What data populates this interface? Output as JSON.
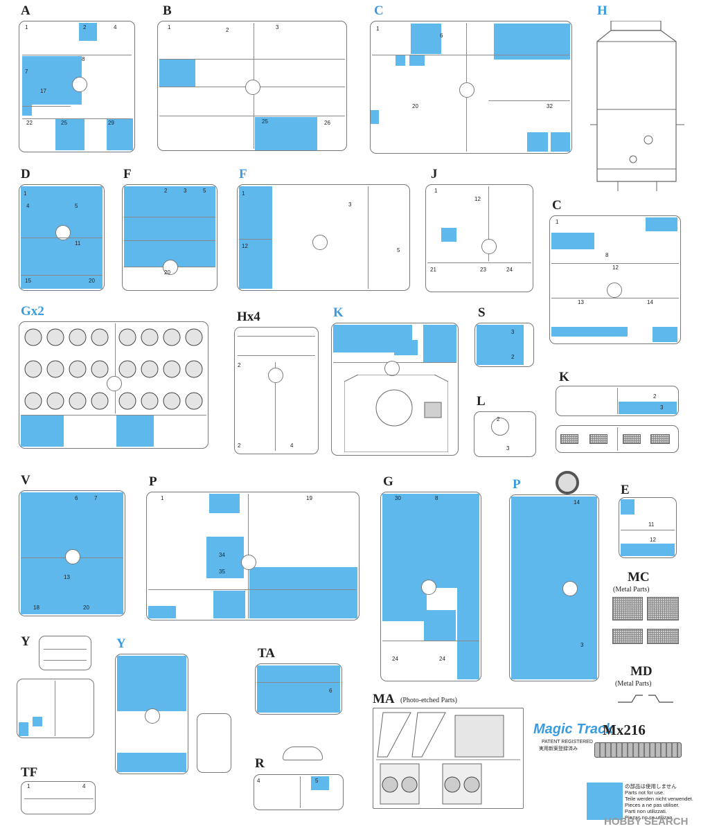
{
  "labels": {
    "A": "A",
    "B": "B",
    "C1": "C",
    "H1": "H",
    "D": "D",
    "F1": "F",
    "F2": "F",
    "J": "J",
    "C2": "C",
    "G1": "Gx2",
    "H2": "Hx4",
    "K1": "K",
    "S": "S",
    "K2": "K",
    "L": "L",
    "V": "V",
    "P1": "P",
    "G2": "G",
    "P2": "P",
    "E": "E",
    "MC": "MC",
    "MD": "MD",
    "Y1": "Y",
    "Y2": "Y",
    "TA": "TA",
    "MA": "MA",
    "R": "R",
    "TF": "TF",
    "MX": "Mx216"
  },
  "sublabels": {
    "mc": "(Metal Parts)",
    "md": "(Metal Parts)",
    "ma": "(Photo-etched Parts)"
  },
  "magic": {
    "brand": "Magic Track",
    "line1": "PATENT REGISTERED",
    "line2": "実用新案登録済み"
  },
  "legend": [
    "の部品は使用しません",
    "Parts not for use.",
    "Teile werden nicht verwendet.",
    "Pieces a ne pas utiliser.",
    "Parti non utilizzati.",
    "Piezas no se utilizan."
  ],
  "watermark": "HOBBY SEARCH",
  "colors": {
    "unused": "#5fb8ec",
    "label_blue": "#3b9be0",
    "outline": "#777777"
  }
}
